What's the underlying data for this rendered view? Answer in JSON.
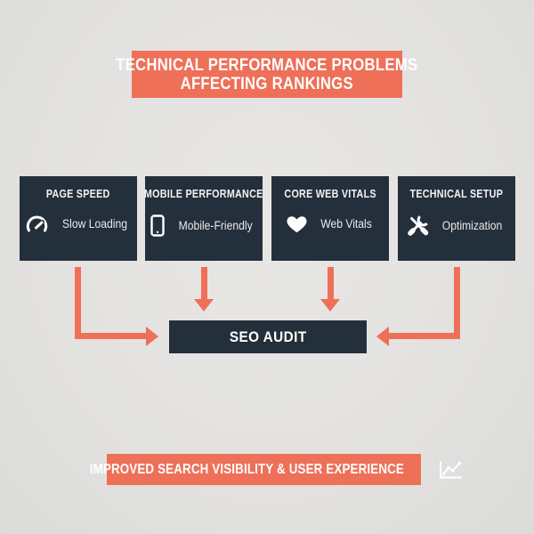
{
  "diagram": {
    "type": "flowchart",
    "header": {
      "title_line1": "TECHNICAL PERFORMANCE PROBLEMS",
      "title_line2": "AFFECTING RANKINGS"
    },
    "problem_boxes": [
      {
        "title": "PAGE SPEED",
        "icon": "speedometer-icon",
        "label": "Slow Loading"
      },
      {
        "title": "MOBILE PERFORMANCE",
        "icon": "smartphone-icon",
        "label": "Mobile-Friendly"
      },
      {
        "title": "CORE WEB VITALS",
        "icon": "heart-icon",
        "label": "Web Vitals"
      },
      {
        "title": "TECHNICAL SETUP",
        "icon": "tools-icon",
        "label": "Optimization"
      }
    ],
    "audit": {
      "label": "SEO AUDIT"
    },
    "footer": {
      "label": "IMPROVED SEARCH VISIBILITY & USER EXPERIENCE",
      "icon": "line-chart-icon"
    },
    "flow": "four problem boxes point via arrows into SEO AUDIT",
    "colors": {
      "accent_coral": "#ee7058",
      "box_dark_navy": "#242f3c",
      "background_gray": "#e3e2e0",
      "text_white": "#ffffff"
    }
  }
}
